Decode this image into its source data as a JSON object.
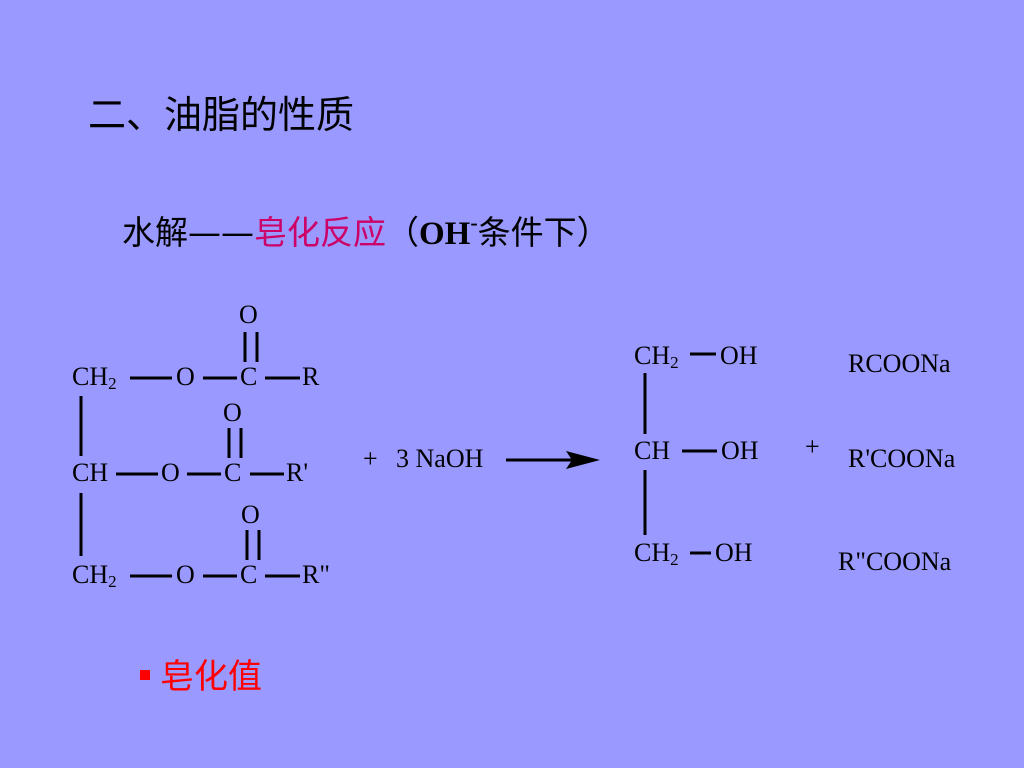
{
  "title": "二、油脂的性质",
  "subtitle": {
    "prefix": "水解——",
    "highlight": "皂化反应",
    "open_paren": "（",
    "oh": "OH",
    "oh_charge": "-",
    "condition": "条件下）"
  },
  "reactant": {
    "row1": {
      "ch": "CH",
      "sub": "2",
      "o": "O",
      "c": "C",
      "r": "R",
      "carbonyl_o": "O"
    },
    "row2": {
      "ch": "CH",
      "o": "O",
      "c": "C",
      "r": "R'",
      "carbonyl_o": "O"
    },
    "row3": {
      "ch": "CH",
      "sub": "2",
      "o": "O",
      "c": "C",
      "r": "R\"",
      "carbonyl_o": "O"
    }
  },
  "reagent": {
    "plus": "+",
    "text": "3 NaOH"
  },
  "glycerol": {
    "row1": {
      "ch": "CH",
      "sub": "2",
      "oh": "OH"
    },
    "row2": {
      "ch": "CH",
      "oh": "OH"
    },
    "row3": {
      "ch": "CH",
      "sub": "2",
      "oh": "OH"
    }
  },
  "plus2": "+",
  "soaps": [
    "RCOONa",
    "R'COONa",
    "R\"COONa"
  ],
  "bullet": "皂化值"
}
